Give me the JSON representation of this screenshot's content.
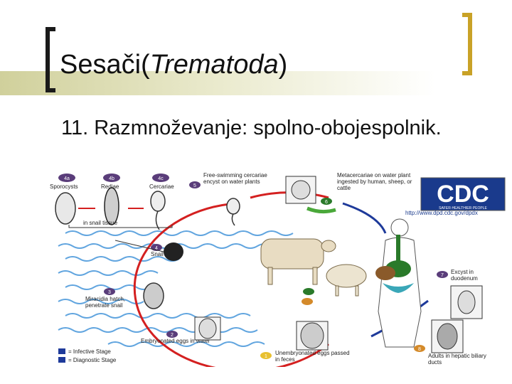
{
  "slide": {
    "title_prefix": "Sesači(",
    "title_italic": "Trematoda",
    "title_suffix": ")",
    "subtitle": "11. Razmnoževanje: spolno-obojespolnik."
  },
  "diagram": {
    "stages": [
      {
        "num": "4a",
        "label": "Sporocysts"
      },
      {
        "num": "4b",
        "label": "Rediae"
      },
      {
        "num": "4c",
        "label": "Cercariae"
      },
      {
        "num": "5",
        "label": "Free-swimming cercariae encyst on water plants"
      },
      {
        "num": "6",
        "label": "Metacercariae on water plant ingested by human, sheep, or cattle"
      },
      {
        "num": "7",
        "label": "Excyst in duodenum"
      },
      {
        "num": "8",
        "label": "Adults in hepatic biliary ducts"
      },
      {
        "num": "1",
        "label": "Unembryonated eggs passed in feces"
      },
      {
        "num": "2",
        "label": "Embryonated eggs in water"
      },
      {
        "num": "3",
        "label": "Miracidia hatch, penetrate snail"
      },
      {
        "num": "4",
        "label": "Snail"
      }
    ],
    "snail_tissue_label": "in snail tissue",
    "legend_infective": "= Infective Stage",
    "legend_diagnostic": "= Diagnostic Stage",
    "cdc_logo_text": "CDC",
    "cdc_tagline": "SAFER·HEALTHIER·PEOPLE",
    "cdc_url": "http://www.dpd.cdc.gov/dpdx",
    "colors": {
      "cycle_red": "#d42020",
      "cycle_blue": "#1e3a9a",
      "water": "#3a8fd8"
    }
  }
}
